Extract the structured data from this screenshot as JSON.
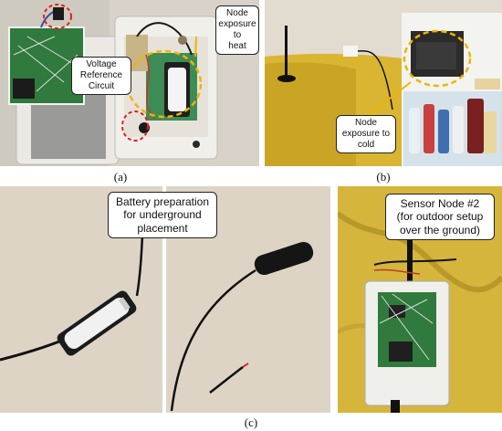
{
  "panels": {
    "a": {
      "caption": "(a)",
      "callouts": {
        "voltage_reference": "Voltage\nReference\nCircuit",
        "node_heat": "Node\nexposure to\nheat"
      }
    },
    "b": {
      "caption": "(b)",
      "callouts": {
        "node_cold": "Node\nexposure to\ncold"
      }
    },
    "c": {
      "caption": "(c)",
      "callouts": {
        "battery_prep": "Battery preparation\nfor underground\nplacement",
        "sensor_node": "Sensor Node #2\n(for outdoor setup\nover the ground)"
      }
    }
  },
  "colors": {
    "highlight_red": "#e02020",
    "highlight_yellow": "#f0b400",
    "yellow_fabric": "#d9b531",
    "beige_wall": "#ddd4c6",
    "pcb_green": "#2f7a3c"
  }
}
